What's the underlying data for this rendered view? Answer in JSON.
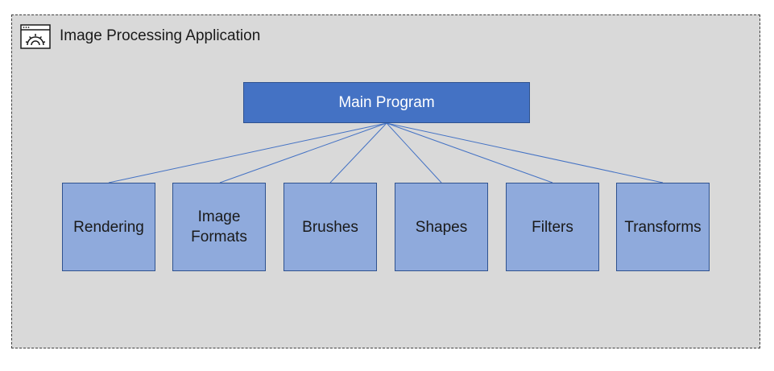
{
  "app": {
    "title": "Image Processing Application",
    "icon": "app-gear-window-icon"
  },
  "main": {
    "label": "Main Program"
  },
  "modules": [
    {
      "label": "Rendering"
    },
    {
      "label": "Image\nFormats"
    },
    {
      "label": "Brushes"
    },
    {
      "label": "Shapes"
    },
    {
      "label": "Filters"
    },
    {
      "label": "Transforms"
    }
  ],
  "colors": {
    "frame_bg": "#d9d9d9",
    "main_fill": "#4472c4",
    "module_fill": "#8faadc",
    "connector": "#4472c4"
  }
}
